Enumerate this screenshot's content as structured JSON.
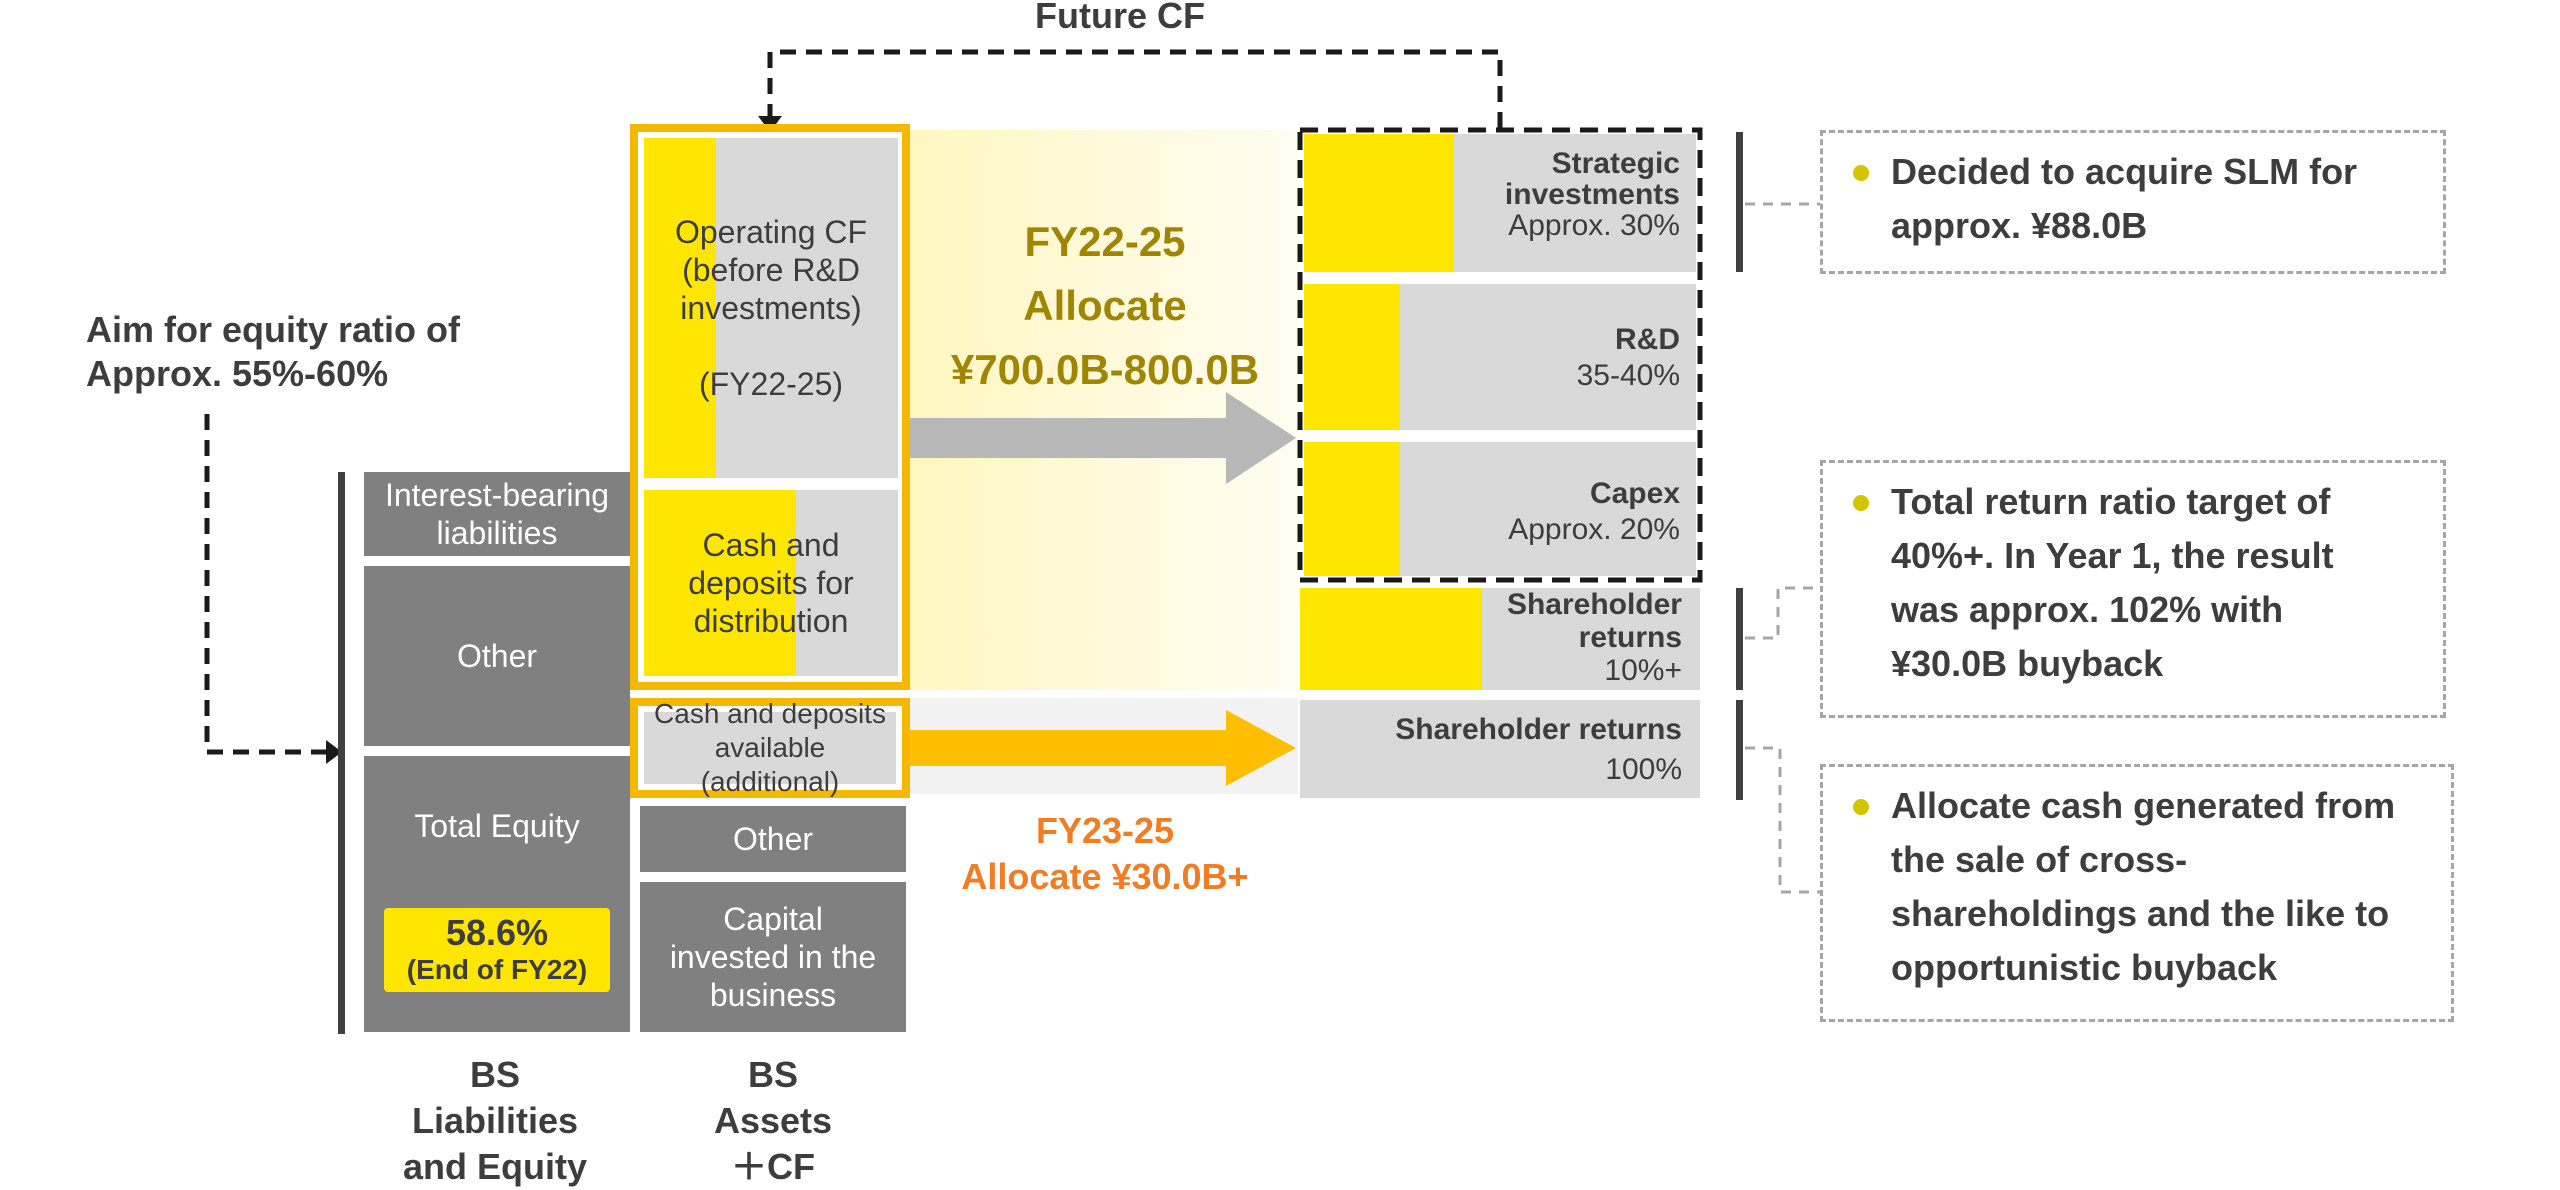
{
  "future_cf_label": "Future CF",
  "equity_ratio_aim": {
    "line1": "Aim for equity ratio of",
    "line2": "Approx. 55%-60%"
  },
  "liabilities_column": {
    "interest_bearing": {
      "line1": "Interest-bearing",
      "line2": "liabilities"
    },
    "other": "Other",
    "total_equity": "Total Equity",
    "equity_ratio_value": "58.6%",
    "equity_ratio_note": "(End of FY22)",
    "footer": {
      "line1": "BS",
      "line2": "Liabilities",
      "line3": "and Equity"
    }
  },
  "assets_column": {
    "operating_cf": {
      "line1": "Operating CF",
      "line2": "(before R&D",
      "line3": "investments)",
      "line4": "(FY22-25)"
    },
    "cash_for_distribution": {
      "line1": "Cash and",
      "line2": "deposits for",
      "line3": "distribution"
    },
    "cash_additional": {
      "line1": "Cash and deposits",
      "line2": "available (additional)"
    },
    "other": "Other",
    "capital_invested": {
      "line1": "Capital",
      "line2": "invested in the",
      "line3": "business"
    },
    "footer": {
      "line1": "BS",
      "line2": "Assets",
      "line3": "＋CF"
    }
  },
  "allocation_main": {
    "line1": "FY22-25",
    "line2": "Allocate",
    "line3": "¥700.0B-800.0B"
  },
  "allocation_additional": {
    "line1": "FY23-25",
    "line2": "Allocate ¥30.0B+"
  },
  "allocations": {
    "strategic": {
      "line1": "Strategic",
      "line2": "investments",
      "line3": "Approx. 30%",
      "fill": 0.39
    },
    "rnd": {
      "line1": "R&D",
      "line2": "35-40%",
      "fill": 0.25
    },
    "capex": {
      "line1": "Capex",
      "line2": "Approx. 20%",
      "fill": 0.25
    },
    "shareholder_returns_main": {
      "line1": "Shareholder",
      "line2": "returns",
      "line3": "10%+",
      "fill": 0.46
    },
    "shareholder_returns_additional": {
      "line1": "Shareholder returns",
      "line2": "100%"
    }
  },
  "callouts": {
    "slm": {
      "line1": "Decided to acquire SLM for",
      "line2": "approx. ¥88.0B"
    },
    "total_return": {
      "line1": "Total return ratio target of",
      "line2": "40%+. In Year 1, the result",
      "line3": "was approx. 102% with",
      "line4": "¥30.0B buyback"
    },
    "cross_shareholdings": {
      "line1": "Allocate cash generated from",
      "line2": "the sale of cross-",
      "line3": "shareholdings and the like to",
      "line4": "opportunistic buyback"
    }
  },
  "colors": {
    "accent_yellow": "#ffe600",
    "frame_orange": "#f5b800",
    "dark_gray": "#808080",
    "light_gray": "#d9d9d9",
    "olive_text": "#a08600",
    "orange_text": "#f07d23"
  }
}
